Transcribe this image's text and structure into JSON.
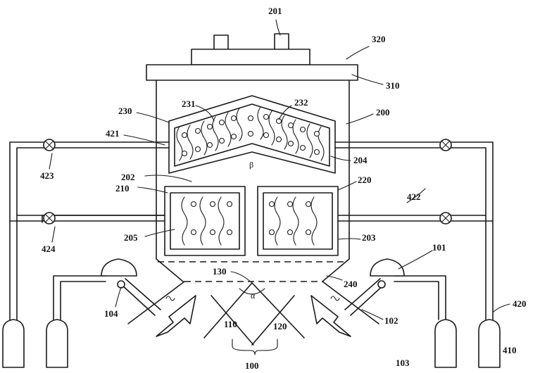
{
  "labels": {
    "201": "201",
    "320": "320",
    "310": "310",
    "200": "200",
    "230": "230",
    "231": "231",
    "232": "232",
    "421": "421",
    "423": "423",
    "204": "204",
    "202": "202",
    "210": "210",
    "220": "220",
    "422": "422",
    "424": "424",
    "205": "205",
    "203": "203",
    "101": "101",
    "130": "130",
    "240": "240",
    "104": "104",
    "102": "102",
    "420": "420",
    "110": "110",
    "120": "120",
    "103": "103",
    "410": "410",
    "100": "100"
  },
  "symbols": {
    "alpha": "α",
    "beta": "β"
  }
}
